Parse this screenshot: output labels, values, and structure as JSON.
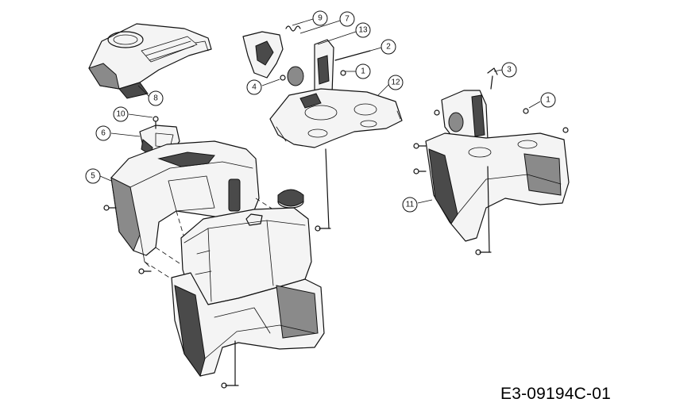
{
  "drawing_code": "E3-09194C-01",
  "callouts": [
    {
      "label": "9"
    },
    {
      "label": "7"
    },
    {
      "label": "13"
    },
    {
      "label": "2"
    },
    {
      "label": "1"
    },
    {
      "label": "4"
    },
    {
      "label": "12"
    },
    {
      "label": "8"
    },
    {
      "label": "10"
    },
    {
      "label": "6"
    },
    {
      "label": "5"
    },
    {
      "label": "3"
    },
    {
      "label": "1"
    },
    {
      "label": "11"
    }
  ]
}
